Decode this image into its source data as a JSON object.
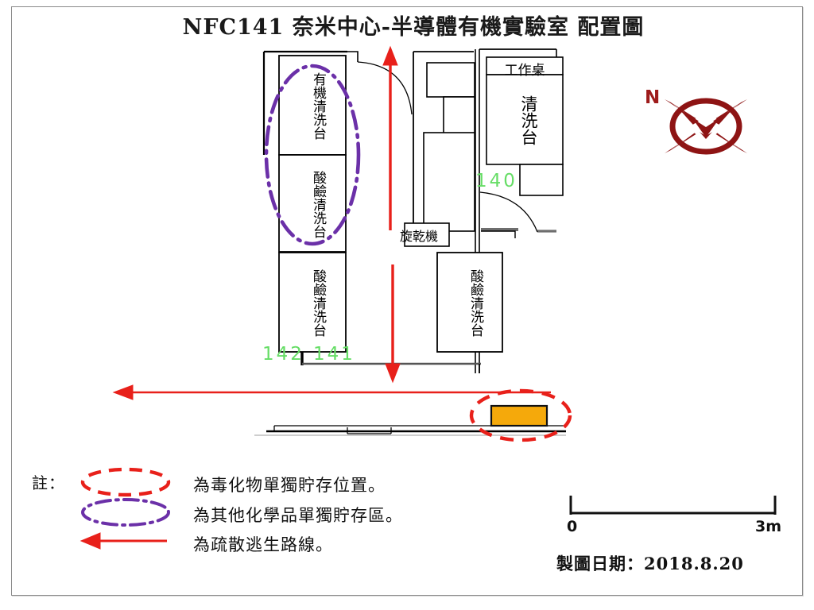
{
  "title": "NFC141 奈米中心-半導體有機實驗室 配置圖",
  "compass": {
    "north_label": "N",
    "icon": "compass-rose-icon",
    "color": "#9e1b1b"
  },
  "plan": {
    "room_numbers": [
      {
        "id": "142",
        "label": "142",
        "color": "#66dd66"
      },
      {
        "id": "141",
        "label": "141",
        "color": "#66dd66"
      },
      {
        "id": "140",
        "label": "140",
        "color": "#66dd66"
      }
    ],
    "equipment": [
      {
        "id": "organic-wash-bench",
        "label": "有機清洗台",
        "orientation": "vertical"
      },
      {
        "id": "acid-base-wash-bench-1",
        "label": "酸鹼清洗台",
        "orientation": "vertical"
      },
      {
        "id": "acid-base-wash-bench-2",
        "label": "酸鹼清洗台",
        "orientation": "vertical"
      },
      {
        "id": "spin-dryer",
        "label": "旋乾機",
        "orientation": "horizontal"
      },
      {
        "id": "work-desk",
        "label": "工作桌",
        "orientation": "horizontal"
      },
      {
        "id": "wash-bench-140",
        "label": "清洗台",
        "orientation": "vertical"
      },
      {
        "id": "acid-base-wash-bench-3",
        "label": "酸鹼清洗台",
        "orientation": "vertical"
      }
    ],
    "toxic_storage_box_color": "#f5a90b"
  },
  "legend": {
    "note_label": "註：",
    "items": [
      {
        "symbol": "red-dashed-ellipse",
        "color": "#e8201a",
        "text": "為毒化物單獨貯存位置。"
      },
      {
        "symbol": "purple-dashdot-ellipse",
        "color": "#6b30a8",
        "text": "為其他化學品單獨貯存區。"
      },
      {
        "symbol": "red-arrow-left",
        "color": "#e8201a",
        "text": "為疏散逃生路線。"
      }
    ]
  },
  "scale_bar": {
    "start_label": "0",
    "end_label": "3m"
  },
  "footer": {
    "date_text": "製圖日期：2018.8.20"
  }
}
